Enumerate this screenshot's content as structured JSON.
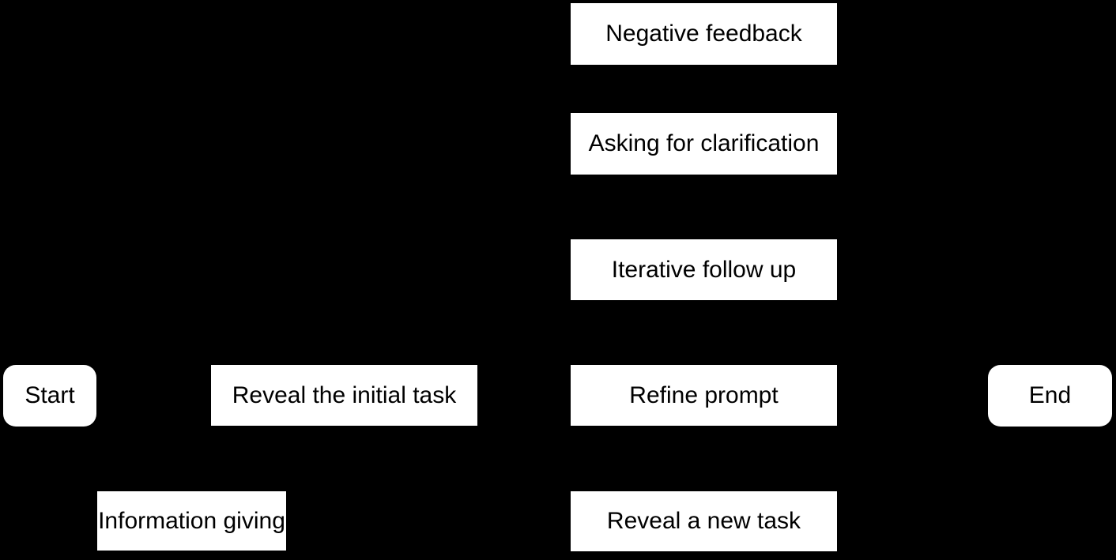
{
  "diagram": {
    "type": "flowchart",
    "colors": {
      "background": "#000000",
      "node_fill": "#ffffff",
      "node_text": "#000000"
    },
    "nodes": {
      "start": {
        "label": "Start",
        "shape": "rounded-rectangle"
      },
      "reveal_initial_task": {
        "label": "Reveal the initial task",
        "shape": "rectangle"
      },
      "negative_feedback": {
        "label": "Negative feedback",
        "shape": "rectangle"
      },
      "asking_clarification": {
        "label": "Asking for clarification",
        "shape": "rectangle"
      },
      "iterative_follow_up": {
        "label": "Iterative follow up",
        "shape": "rectangle"
      },
      "refine_prompt": {
        "label": "Refine prompt",
        "shape": "rectangle"
      },
      "reveal_new_task": {
        "label": "Reveal a new task",
        "shape": "rectangle"
      },
      "information_giving": {
        "label": "Information giving",
        "shape": "rectangle"
      },
      "end": {
        "label": "End",
        "shape": "rounded-rectangle"
      }
    }
  }
}
